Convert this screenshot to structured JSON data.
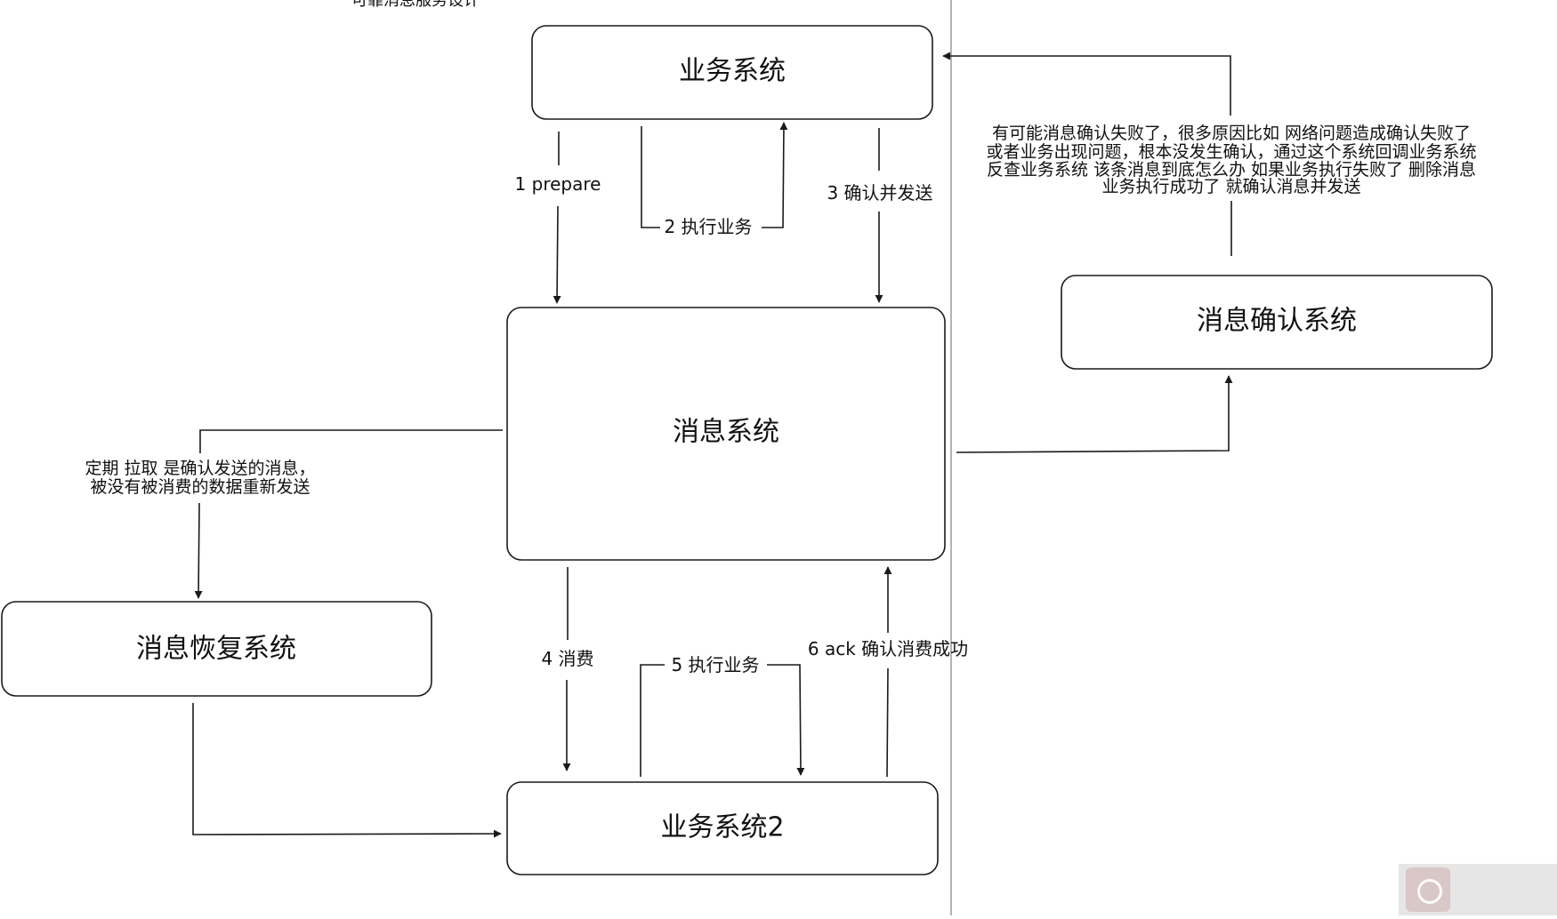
{
  "title": "可靠消息服务设计",
  "nodes": {
    "business_system": "业务系统",
    "message_system": "消息系统",
    "message_confirm_system": "消息确认系统",
    "message_recovery_system": "消息恢复系统",
    "business_system_2": "业务系统2"
  },
  "edges": {
    "prepare": "1 prepare",
    "execute_business": "2 执行业务",
    "confirm_send": "3 确认并发送",
    "consume": "4 消费",
    "execute_business_2": "5 执行业务",
    "ack": "6 ack 确认消费成功"
  },
  "notes": {
    "recovery_line1": "定期 拉取 是确认发送的消息，",
    "recovery_line2": "被没有被消费的数据重新发送",
    "confirm_line1": "有可能消息确认失败了，很多原因比如 网络问题造成确认失败了",
    "confirm_line2": "或者业务出现问题，根本没发生确认，通过这个系统回调业务系统",
    "confirm_line3": "反查业务系统 该条消息到底怎么办 如果业务执行失败了 删除消息",
    "confirm_line4": "业务执行成功了 就确认消息并发送"
  },
  "colors": {
    "stroke": "#1a1a1a",
    "divider": "#9a9a9a",
    "background": "#ffffff",
    "logo_background": "#e6e6e6"
  },
  "icons": {
    "corner_logo": "logo-icon"
  }
}
